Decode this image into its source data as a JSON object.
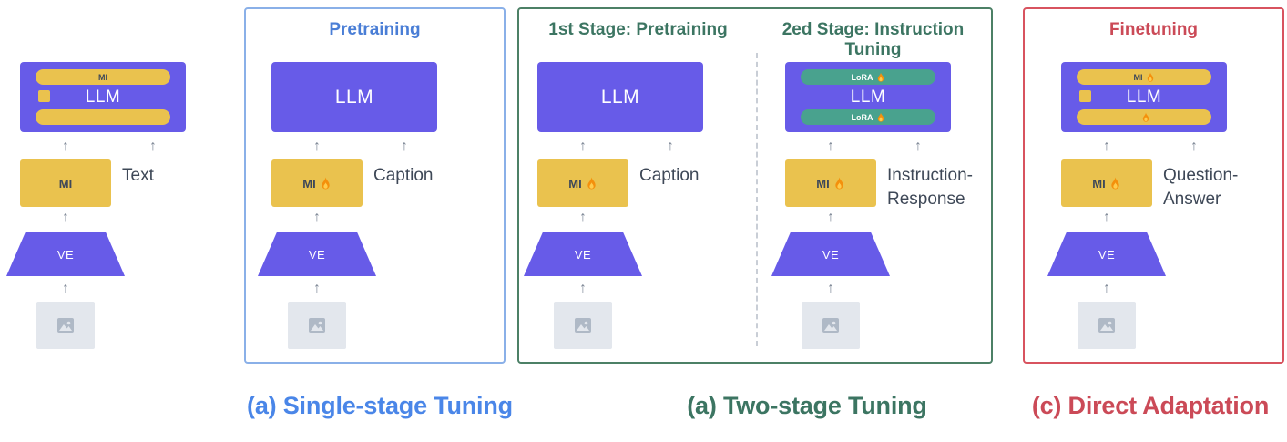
{
  "panels": {
    "single_stage": {
      "title": "Pretraining",
      "caption": "(a) Single-stage Tuning"
    },
    "two_stage": {
      "title_stage1": "1st Stage: Pretraining",
      "title_stage2": "2ed Stage: Instruction Tuning",
      "caption": "(a) Two-stage Tuning"
    },
    "direct": {
      "title": "Finetuning",
      "caption": "(c) Direct Adaptation"
    }
  },
  "columns": {
    "legend": {
      "llm_label": "LLM",
      "llm_top_pill": "MI",
      "llm_bottom_pill": "",
      "mi_label": "MI",
      "ve_label": "VE",
      "input_line1": "Text",
      "input_line2": ""
    },
    "pretraining": {
      "llm_label": "LLM",
      "mi_label": "MI",
      "ve_label": "VE",
      "input_line1": "Caption",
      "input_line2": ""
    },
    "stage1": {
      "llm_label": "LLM",
      "mi_label": "MI",
      "ve_label": "VE",
      "input_line1": "Caption",
      "input_line2": ""
    },
    "stage2": {
      "llm_label": "LLM",
      "llm_top_pill": "LoRA",
      "llm_bottom_pill": "LoRA",
      "mi_label": "MI",
      "ve_label": "VE",
      "input_line1": "Instruction-",
      "input_line2": "Response"
    },
    "direct": {
      "llm_label": "LLM",
      "llm_top_pill": "MI",
      "llm_bottom_pill": "",
      "mi_label": "MI",
      "ve_label": "VE",
      "input_line1": "Question-",
      "input_line2": "Answer"
    }
  },
  "icons": {
    "arrow_up": "↑",
    "fire": "fire-icon",
    "image_placeholder": "image-icon"
  },
  "colors": {
    "purple": "#675BE8",
    "yellow": "#EAC24E",
    "teal": "#49A28E",
    "blue_accent": "#4A86E8",
    "green_accent": "#3C7562",
    "red_accent": "#CB4A57",
    "gray_input_box": "#E3E7ED",
    "arrow_gray": "#7E8896"
  }
}
